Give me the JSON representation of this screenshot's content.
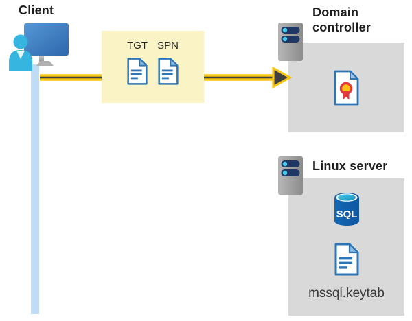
{
  "diagram": {
    "client": {
      "label": "Client",
      "icon": "workstation-user-icon"
    },
    "ticket_box": {
      "tickets": [
        {
          "label": "TGT",
          "icon": "document-icon"
        },
        {
          "label": "SPN",
          "icon": "document-icon"
        }
      ]
    },
    "arrow": {
      "direction": "client-to-domain-controller",
      "icon": "arrow-right-icon"
    },
    "domain_controller": {
      "label": "Domain controller",
      "icon": "server-icon",
      "content_icon": "certificate-icon"
    },
    "linux_server": {
      "label": "Linux server",
      "icon": "server-icon",
      "sql_label": "SQL",
      "database_icon": "sql-database-icon",
      "keytab_icon": "document-icon",
      "file_label": "mssql.keytab"
    },
    "colors": {
      "arrow_yellow": "#f6c512",
      "arrow_dark": "#404040",
      "ticket_box_bg": "#faf3c5",
      "node_box_bg": "#d9d9d9",
      "document_blue": "#2e75b6",
      "monitor_blue": "#3a7cc2",
      "person_cyan": "#35b5df",
      "client_line_blue": "#bfdbf6",
      "server_navy": "#1e3765",
      "sql_db_blue": "#1260aa",
      "rosette_red": "#e03a3e",
      "rosette_gold": "#ffc010"
    }
  }
}
